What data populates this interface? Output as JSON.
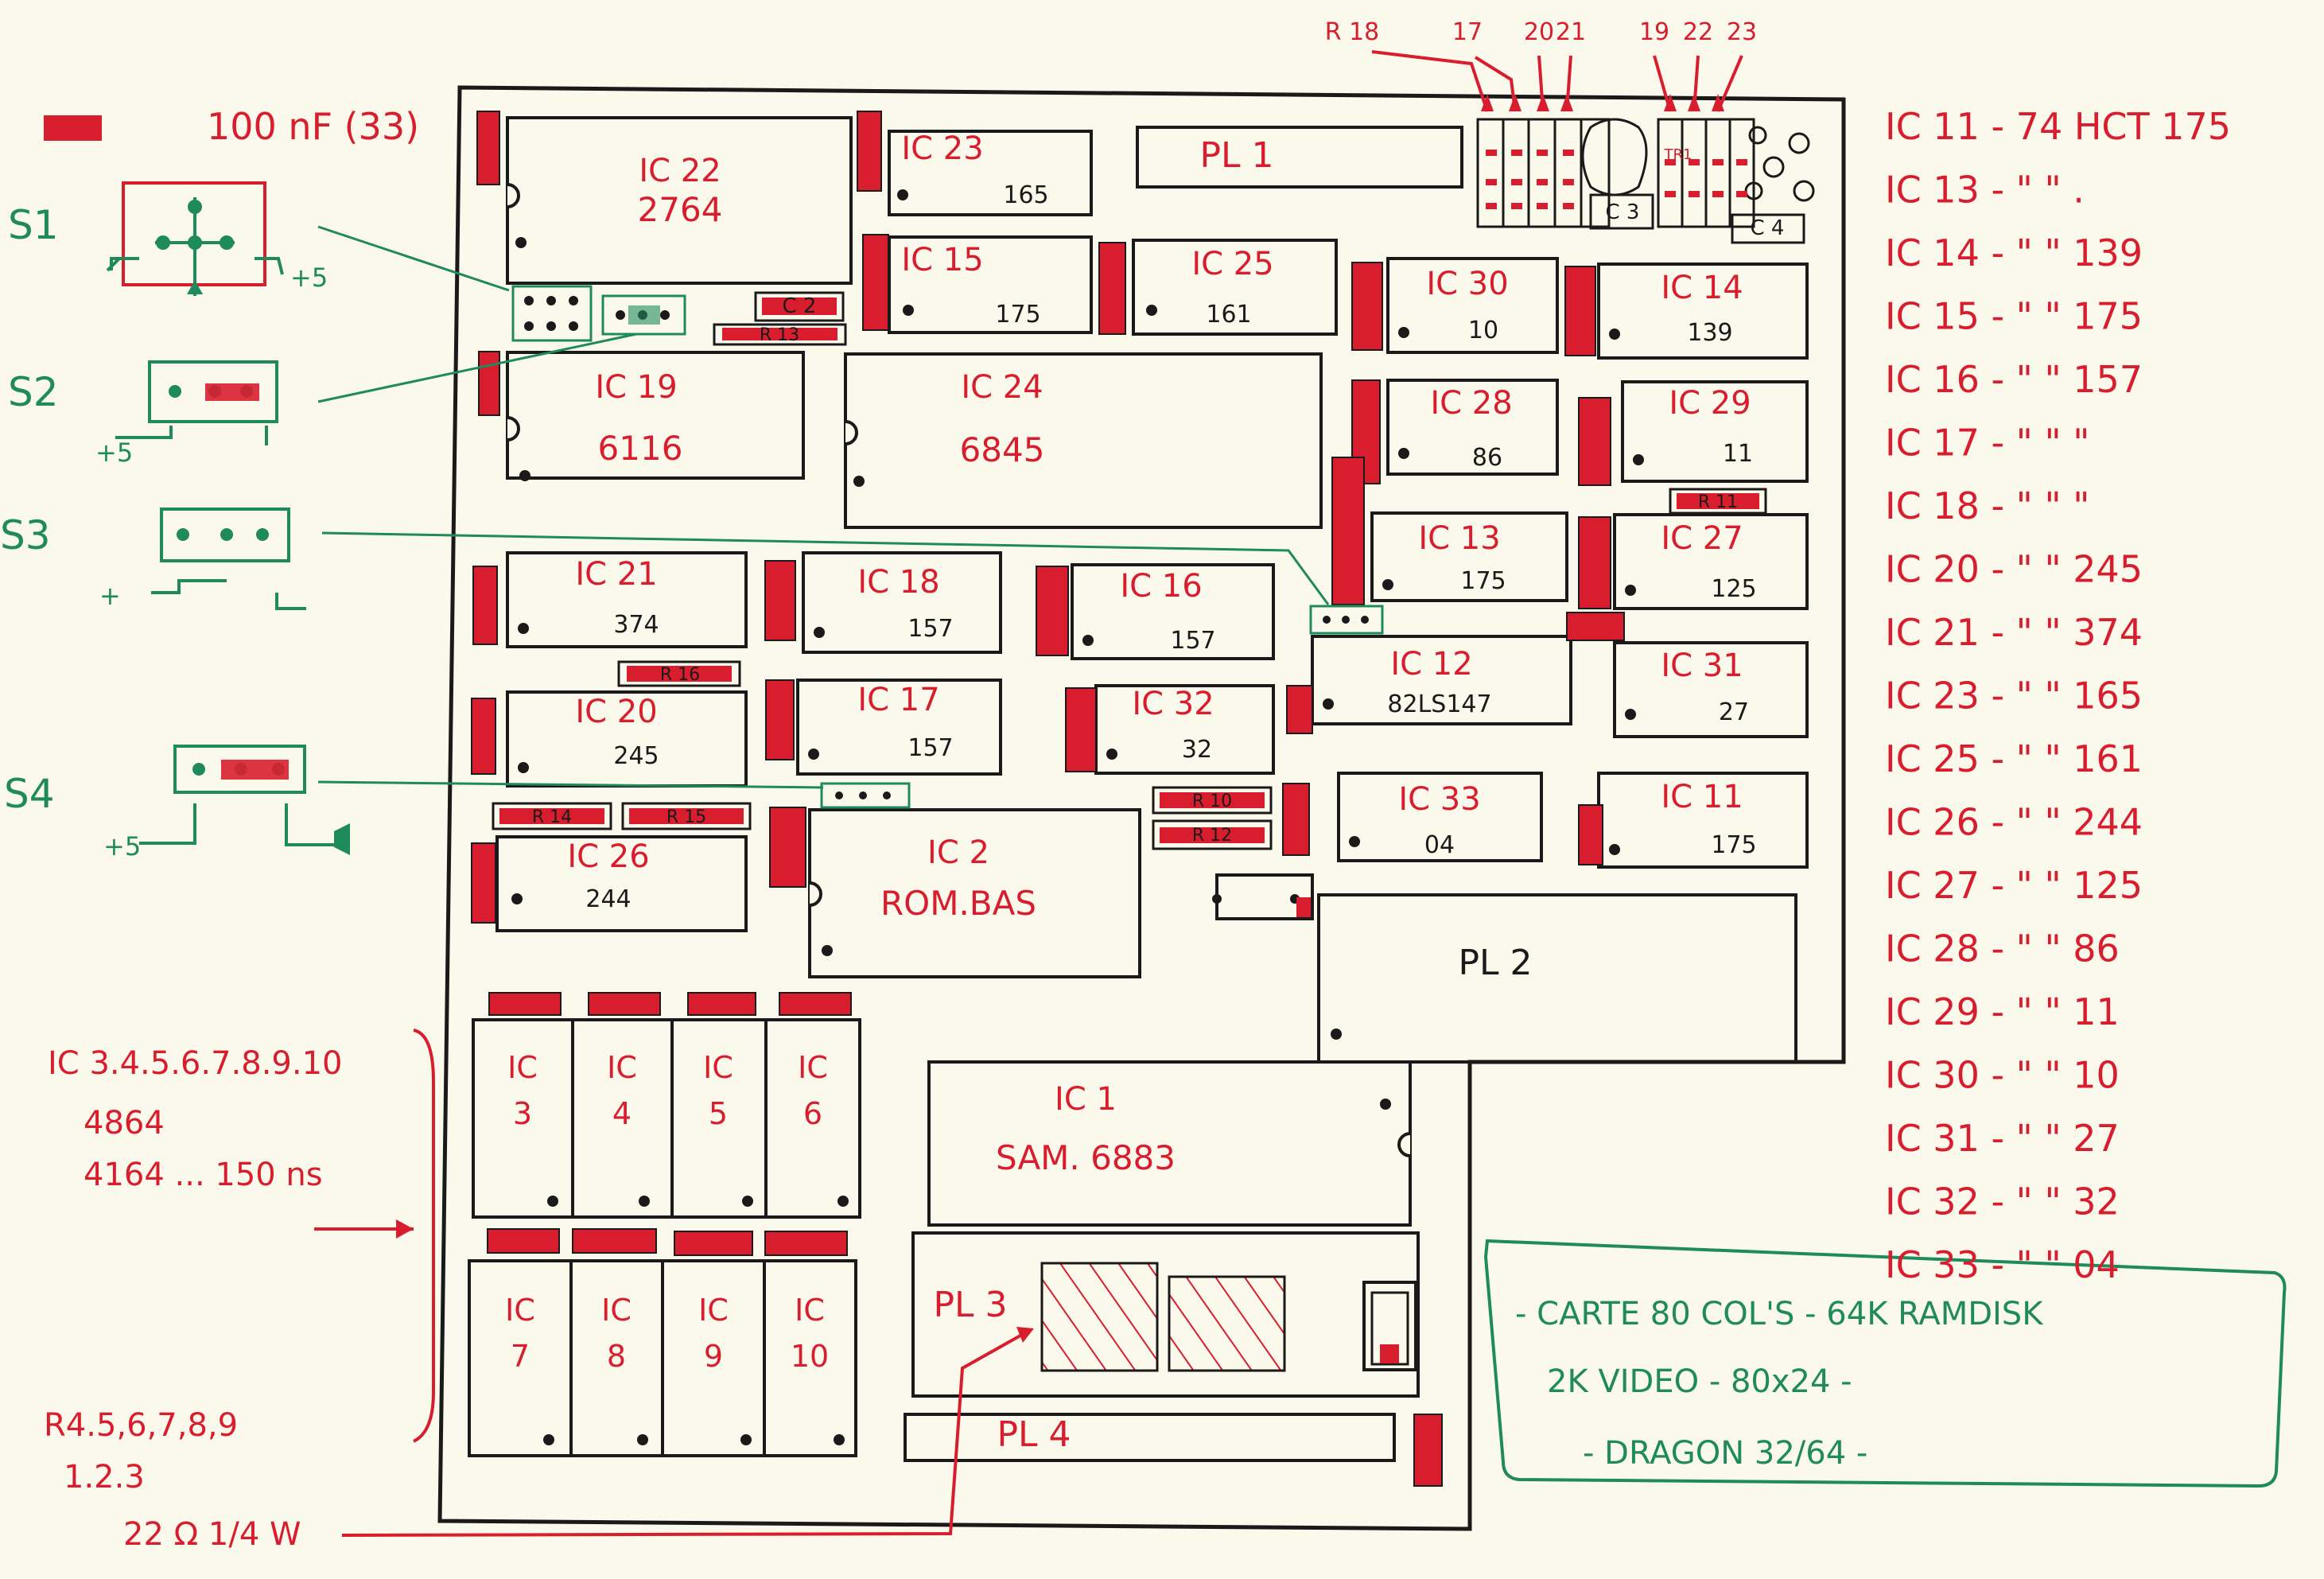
{
  "colors": {
    "ink": "#1a1a1a",
    "red": "#d81e2e",
    "green": "#1f8a5b",
    "paper": "#fbf9ec"
  },
  "legend": {
    "capacitor_label": "100 nF (33)"
  },
  "switches": [
    {
      "label": "S1",
      "plus": "+5"
    },
    {
      "label": "S2",
      "plus": "+5"
    },
    {
      "label": "S3",
      "plus": "+"
    },
    {
      "label": "S4",
      "plus": "+5"
    }
  ],
  "chips": [
    {
      "id": "IC 22",
      "part": "2764"
    },
    {
      "id": "IC 23",
      "part": "165"
    },
    {
      "id": "PL 1",
      "part": ""
    },
    {
      "id": "IC 15",
      "part": "175"
    },
    {
      "id": "IC 25",
      "part": "161"
    },
    {
      "id": "IC 30",
      "part": "10"
    },
    {
      "id": "IC 14",
      "part": "139"
    },
    {
      "id": "IC 19",
      "part": "6116"
    },
    {
      "id": "IC 24",
      "part": "6845"
    },
    {
      "id": "IC 28",
      "part": "86"
    },
    {
      "id": "IC 29",
      "part": "11"
    },
    {
      "id": "IC 13",
      "part": "175"
    },
    {
      "id": "IC 27",
      "part": "125"
    },
    {
      "id": "IC 21",
      "part": "374"
    },
    {
      "id": "IC 18",
      "part": "157"
    },
    {
      "id": "IC 16",
      "part": "157"
    },
    {
      "id": "IC 12",
      "part": "82LS147"
    },
    {
      "id": "IC 31",
      "part": "27"
    },
    {
      "id": "IC 20",
      "part": "245"
    },
    {
      "id": "IC 17",
      "part": "157"
    },
    {
      "id": "IC 32",
      "part": "32"
    },
    {
      "id": "IC 33",
      "part": "04"
    },
    {
      "id": "IC 11",
      "part": "175"
    },
    {
      "id": "IC 26",
      "part": "244"
    },
    {
      "id": "IC 2",
      "part": "ROM.BAS"
    },
    {
      "id": "PL 2",
      "part": ""
    },
    {
      "id": "IC 1",
      "part": "SAM. 6883"
    },
    {
      "id": "PL 3",
      "part": ""
    },
    {
      "id": "PL 4",
      "part": ""
    }
  ],
  "ram_chips": [
    "IC 3",
    "IC 4",
    "IC 5",
    "IC 6",
    "IC 7",
    "IC 8",
    "IC 9",
    "IC 10"
  ],
  "resistors": [
    "R 13",
    "R 16",
    "R 14",
    "R 15",
    "R 10",
    "R 12",
    "R 11"
  ],
  "capacitors": [
    "C 2",
    "C 3",
    "C 4"
  ],
  "top_labels": [
    "R 18",
    "17",
    "20",
    "21",
    "19",
    "22",
    "23"
  ],
  "misc": {
    "trim_label": "TR1"
  },
  "ram_note": {
    "line1": "IC 3.4.5.6.7.8.9.10",
    "line2": "4864",
    "line3": "4164 ... 150 ns"
  },
  "resistor_note": {
    "line1": "R4.5,6,7,8,9",
    "line2": "1.2.3",
    "line3": "22 Ω 1/4 W"
  },
  "parts_list": [
    "IC 11 - 74 HCT 175",
    "IC 13 -  \"   \"   .",
    "IC 14 -  \"   \"  139",
    "IC 15 -  \"   \"  175",
    "IC 16 -  \"   \"  157",
    "IC 17 -  \"   \"   \"",
    "IC 18 -  \"   \"   \"",
    "IC 20 -  \"   \"  245",
    "IC 21 -  \"   \"  374",
    "IC 23 -  \"   \"  165",
    "IC 25 -  \"   \"  161",
    "IC 26 -  \"   \"  244",
    "IC 27 -  \"   \"  125",
    "IC 28 -  \"   \"   86",
    "IC 29 -  \"   \"   11",
    "IC 30 -  \"   \"   10",
    "IC 31 -  \"   \"   27",
    "IC 32 -  \"   \"   32",
    "IC 33 -  \"   \"   04"
  ],
  "title_box": {
    "line1": "- CARTE 80 COL'S - 64K RAMDISK",
    "line2": "2K VIDEO - 80x24 -",
    "line3": "- DRAGON 32/64 -"
  }
}
